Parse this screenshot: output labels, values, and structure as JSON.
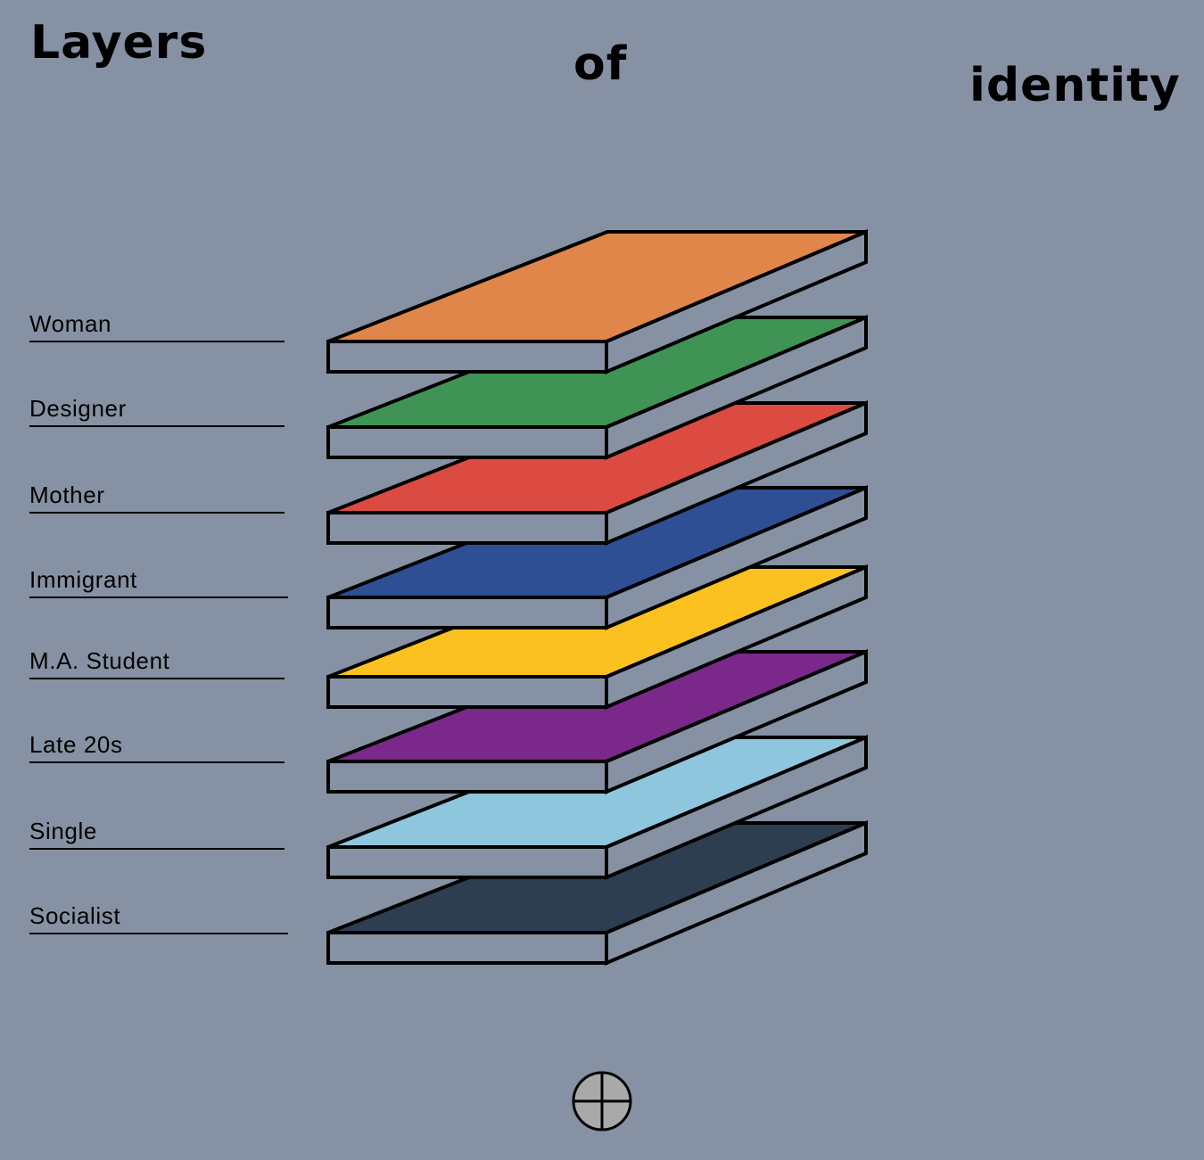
{
  "title": {
    "word_1": "Layers",
    "word_2": "of",
    "word_3": "identity"
  },
  "layers": [
    {
      "label": "Woman",
      "color": "#e0864a"
    },
    {
      "label": "Designer",
      "color": "#3f9455"
    },
    {
      "label": "Mother",
      "color": "#db4b41"
    },
    {
      "label": "Immigrant",
      "color": "#2f4f95"
    },
    {
      "label": "M.A. Student",
      "color": "#fbc121"
    },
    {
      "label": "Late 20s",
      "color": "#7a2889"
    },
    {
      "label": "Single",
      "color": "#8ec6de"
    },
    {
      "label": "Socialist",
      "color": "#2d3e51"
    }
  ],
  "colors": {
    "background": "#8691a3",
    "slab_side": "#8691a3",
    "outline": "#000000",
    "badge_fill": "#a9a9aa"
  },
  "icons": {
    "bottom_badge": "circle-crosshair-icon"
  }
}
